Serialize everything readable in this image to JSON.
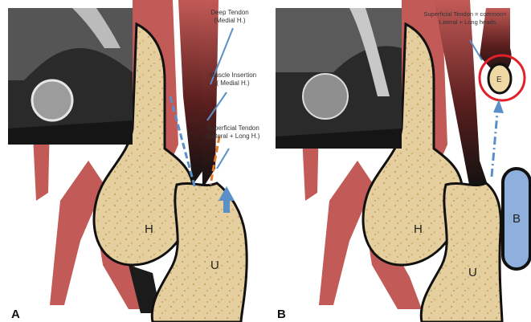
{
  "panel_a": {
    "letter": "A",
    "labels": {
      "deep_line1": "Deep Tendon",
      "deep_line2": "(Medial H.)",
      "muscle_line1": "Muscle Insertion",
      "muscle_line2": "( Medial H.)",
      "superficial_line1": "Superficial Tendon",
      "superficial_line2": "(Lateral + Long H.)"
    },
    "bones": {
      "humerus": "H",
      "ulna": "U"
    }
  },
  "panel_b": {
    "letter": "B",
    "labels": {
      "line1": "Superficial  Tendon = common=",
      "line2": "Lateral + Long heads."
    },
    "bones": {
      "humerus": "H",
      "ulna": "U",
      "bursa": "B",
      "enthesis": "E"
    }
  },
  "colors": {
    "muscle": "#c25a57",
    "bone": "#e6cf9e",
    "arrow_blue": "#5b8fc7",
    "dash_orange": "#e07b29",
    "highlight_red": "#e3202a",
    "bursa": "#8fb0dc"
  }
}
